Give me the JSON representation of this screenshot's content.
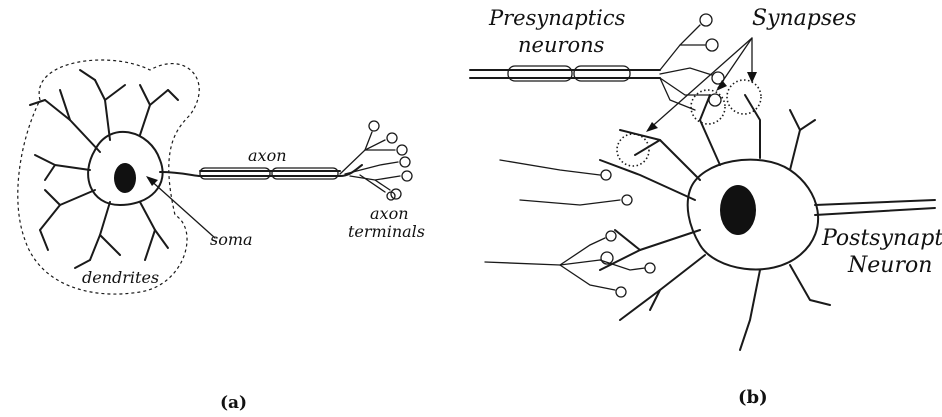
{
  "panel_a": {
    "labels": {
      "axon": "axon",
      "soma": "soma",
      "dendrites": "dendrites",
      "terminals_line1": "axon",
      "terminals_line2": "terminals"
    },
    "caption": "(a)"
  },
  "panel_b": {
    "labels": {
      "presynaptic_line1": "Presynaptics",
      "presynaptic_line2": "neurons",
      "synapses": "Synapses",
      "postsynaptic_line1": "Postsynaptic",
      "postsynaptic_line2": "Neuron"
    },
    "caption": "(b)"
  }
}
